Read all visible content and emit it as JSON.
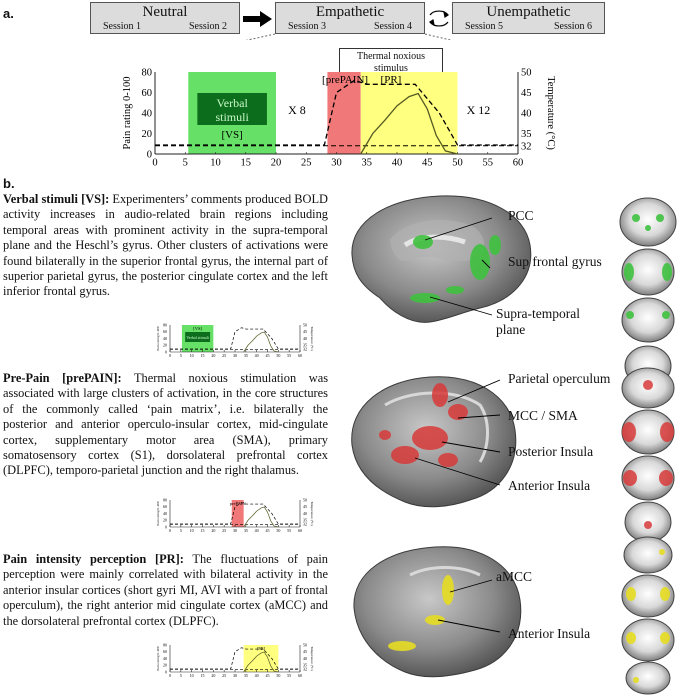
{
  "panel_a": {
    "label": "a.",
    "sessions": [
      {
        "title": "Neutral",
        "subs": [
          "Session 1",
          "Session 2"
        ]
      },
      {
        "title": "Empathetic",
        "subs": [
          "Session 3",
          "Session 4"
        ]
      },
      {
        "title": "Unempathetic",
        "subs": [
          "Session 5",
          "Session 6"
        ]
      }
    ],
    "stimulus_box": "Thermal noxious stimulus",
    "verbal_box": "Verbal stimuli",
    "vs_label": "[VS]",
    "prepain_label": "[prePAIN]",
    "pr_label": "[PR]",
    "repeat_left": "X 8",
    "repeat_right": "X 12",
    "ylabel_left": "Pain rating 0-100",
    "ylabel_right": "Temperature (°C)"
  },
  "chart_data": {
    "type": "line",
    "x_ticks": [
      0,
      5,
      10,
      15,
      20,
      25,
      30,
      35,
      40,
      45,
      50,
      55,
      60
    ],
    "xlim": [
      0,
      60
    ],
    "y_left_ticks": [
      0,
      20,
      40,
      60,
      80
    ],
    "ylim_left": [
      0,
      80
    ],
    "y_right_ticks": [
      32,
      35,
      40,
      45,
      50
    ],
    "ylim_right": [
      30,
      50
    ],
    "shaded_regions": [
      {
        "label": "[VS]",
        "x": [
          5.5,
          20
        ],
        "color": "#66e066"
      },
      {
        "label": "[prePAIN]",
        "x": [
          28.5,
          34
        ],
        "color": "#f07878"
      },
      {
        "label": "[PR]",
        "x": [
          34,
          50
        ],
        "color": "#ffff80"
      }
    ],
    "series": [
      {
        "style": "dashed",
        "axis": "right",
        "x": [
          0,
          28,
          30,
          33,
          35,
          43,
          47,
          50,
          60
        ],
        "y": [
          32.2,
          32.2,
          45,
          48,
          47,
          47,
          40,
          32.2,
          32.2
        ]
      },
      {
        "style": "solid",
        "axis": "left",
        "x": [
          34,
          36,
          38,
          40,
          42,
          43.5,
          45,
          46.5,
          48,
          50
        ],
        "y": [
          0,
          20,
          33,
          47,
          56,
          59,
          44,
          18,
          3,
          0
        ]
      }
    ]
  },
  "panel_b": {
    "label": "b.",
    "vs": {
      "heading": "Verbal stimuli [VS]:",
      "text": " Experimenters’ comments produced BOLD activity increases in audio-related brain regions including temporal areas with prominent activity in the supra-temporal plane and the Heschl’s gyrus. Other clusters of activations were found bilaterally in the superior frontal gyrus, the internal part of superior parietal gyrus, the posterior cingulate cortex and the left inferior frontal gyrus.",
      "brain_labels": [
        "PCC",
        "Sup frontal gyrus",
        "Supra-temporal plane"
      ],
      "mini_label": "[VS]",
      "mini_box": "Verbal stimuli"
    },
    "pp": {
      "heading": "Pre-Pain [prePAIN]:",
      "text": " Thermal noxious stimulation was associated with large clusters of activation, in the core structures of the commonly called ‘pain matrix’, i.e. bilaterally the posterior and anterior operculo-insular cortex, mid-cingulate cortex, supplementary motor area (SMA), primary somatosensory cortex (S1), dorsolateral prefrontal cortex (DLPFC), temporo-parietal junction and the right thalamus.",
      "brain_labels": [
        "Parietal operculum",
        "MCC / SMA",
        "Posterior Insula",
        "Anterior Insula"
      ],
      "mini_label": "prePAIN"
    },
    "pr": {
      "heading": "Pain intensity perception [PR]:",
      "text": " The fluctuations of pain perception were mainly correlated with bilateral activity in the anterior insular cortices (short gyri MI, AVI with a part of frontal operculum), the right anterior mid cingulate cortex (aMCC) and the dorsolateral prefrontal cortex (DLPFC).",
      "brain_labels": [
        "aMCC",
        "Anterior Insula"
      ],
      "mini_label": "[PR]"
    }
  }
}
